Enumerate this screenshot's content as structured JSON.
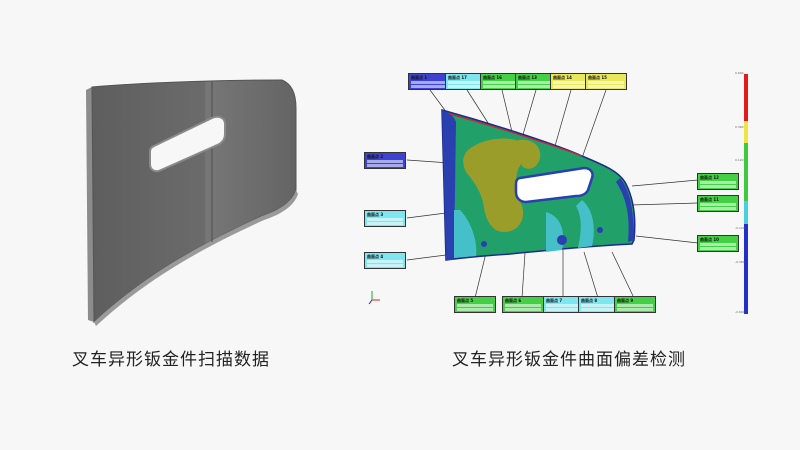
{
  "captions": {
    "left": "叉车异形钣金件扫描数据",
    "right": "叉车异形钣金件曲面偏差检测"
  },
  "colors": {
    "background": "#f7f7f7",
    "scan_surface": "#6a6a6a",
    "scan_edge": "#8d8d8d",
    "heat_base": "#21a06a",
    "heat_hot": "#9a9d2a",
    "heat_cold": "#2a3fb0",
    "heat_cyan": "#46c0c8",
    "callout_blue": "#3d43d0",
    "callout_cyan": "#7fe6ef",
    "callout_green": "#44d044",
    "callout_yellow": "#e8e85a"
  },
  "color_bar": {
    "labels": [
      "0.600",
      "0.360",
      "0.120",
      "-0.120",
      "-0.360",
      "-0.600"
    ],
    "segments": [
      "#e31a1c",
      "#f0e442",
      "#3fc93f",
      "#47d1e0",
      "#2230c8"
    ]
  },
  "callouts": [
    {
      "id": "c1",
      "label": "曲面点 1",
      "color": "#3d43d0"
    },
    {
      "id": "c2",
      "label": "曲面点 2",
      "color": "#3d43d0"
    },
    {
      "id": "c3",
      "label": "曲面点 3",
      "color": "#7fe6ef"
    },
    {
      "id": "c4",
      "label": "曲面点 4",
      "color": "#7fe6ef"
    },
    {
      "id": "c5",
      "label": "曲面点 5",
      "color": "#44d044"
    },
    {
      "id": "c6",
      "label": "曲面点 6",
      "color": "#44d044"
    },
    {
      "id": "c7",
      "label": "曲面点 7",
      "color": "#7fe6ef"
    },
    {
      "id": "c8",
      "label": "曲面点 8",
      "color": "#7fe6ef"
    },
    {
      "id": "c9",
      "label": "曲面点 9",
      "color": "#44d044"
    },
    {
      "id": "c10",
      "label": "曲面点 10",
      "color": "#44d044"
    },
    {
      "id": "c11",
      "label": "曲面点 11",
      "color": "#44d044"
    },
    {
      "id": "c12",
      "label": "曲面点 12",
      "color": "#44d044"
    },
    {
      "id": "c13",
      "label": "曲面点 13",
      "color": "#44d044"
    },
    {
      "id": "c14",
      "label": "曲面点 14",
      "color": "#e8e85a"
    },
    {
      "id": "c15",
      "label": "曲面点 15",
      "color": "#e8e85a"
    },
    {
      "id": "c16",
      "label": "曲面点 16",
      "color": "#44d044"
    },
    {
      "id": "c17",
      "label": "曲面点 17",
      "color": "#7fe6ef"
    }
  ]
}
